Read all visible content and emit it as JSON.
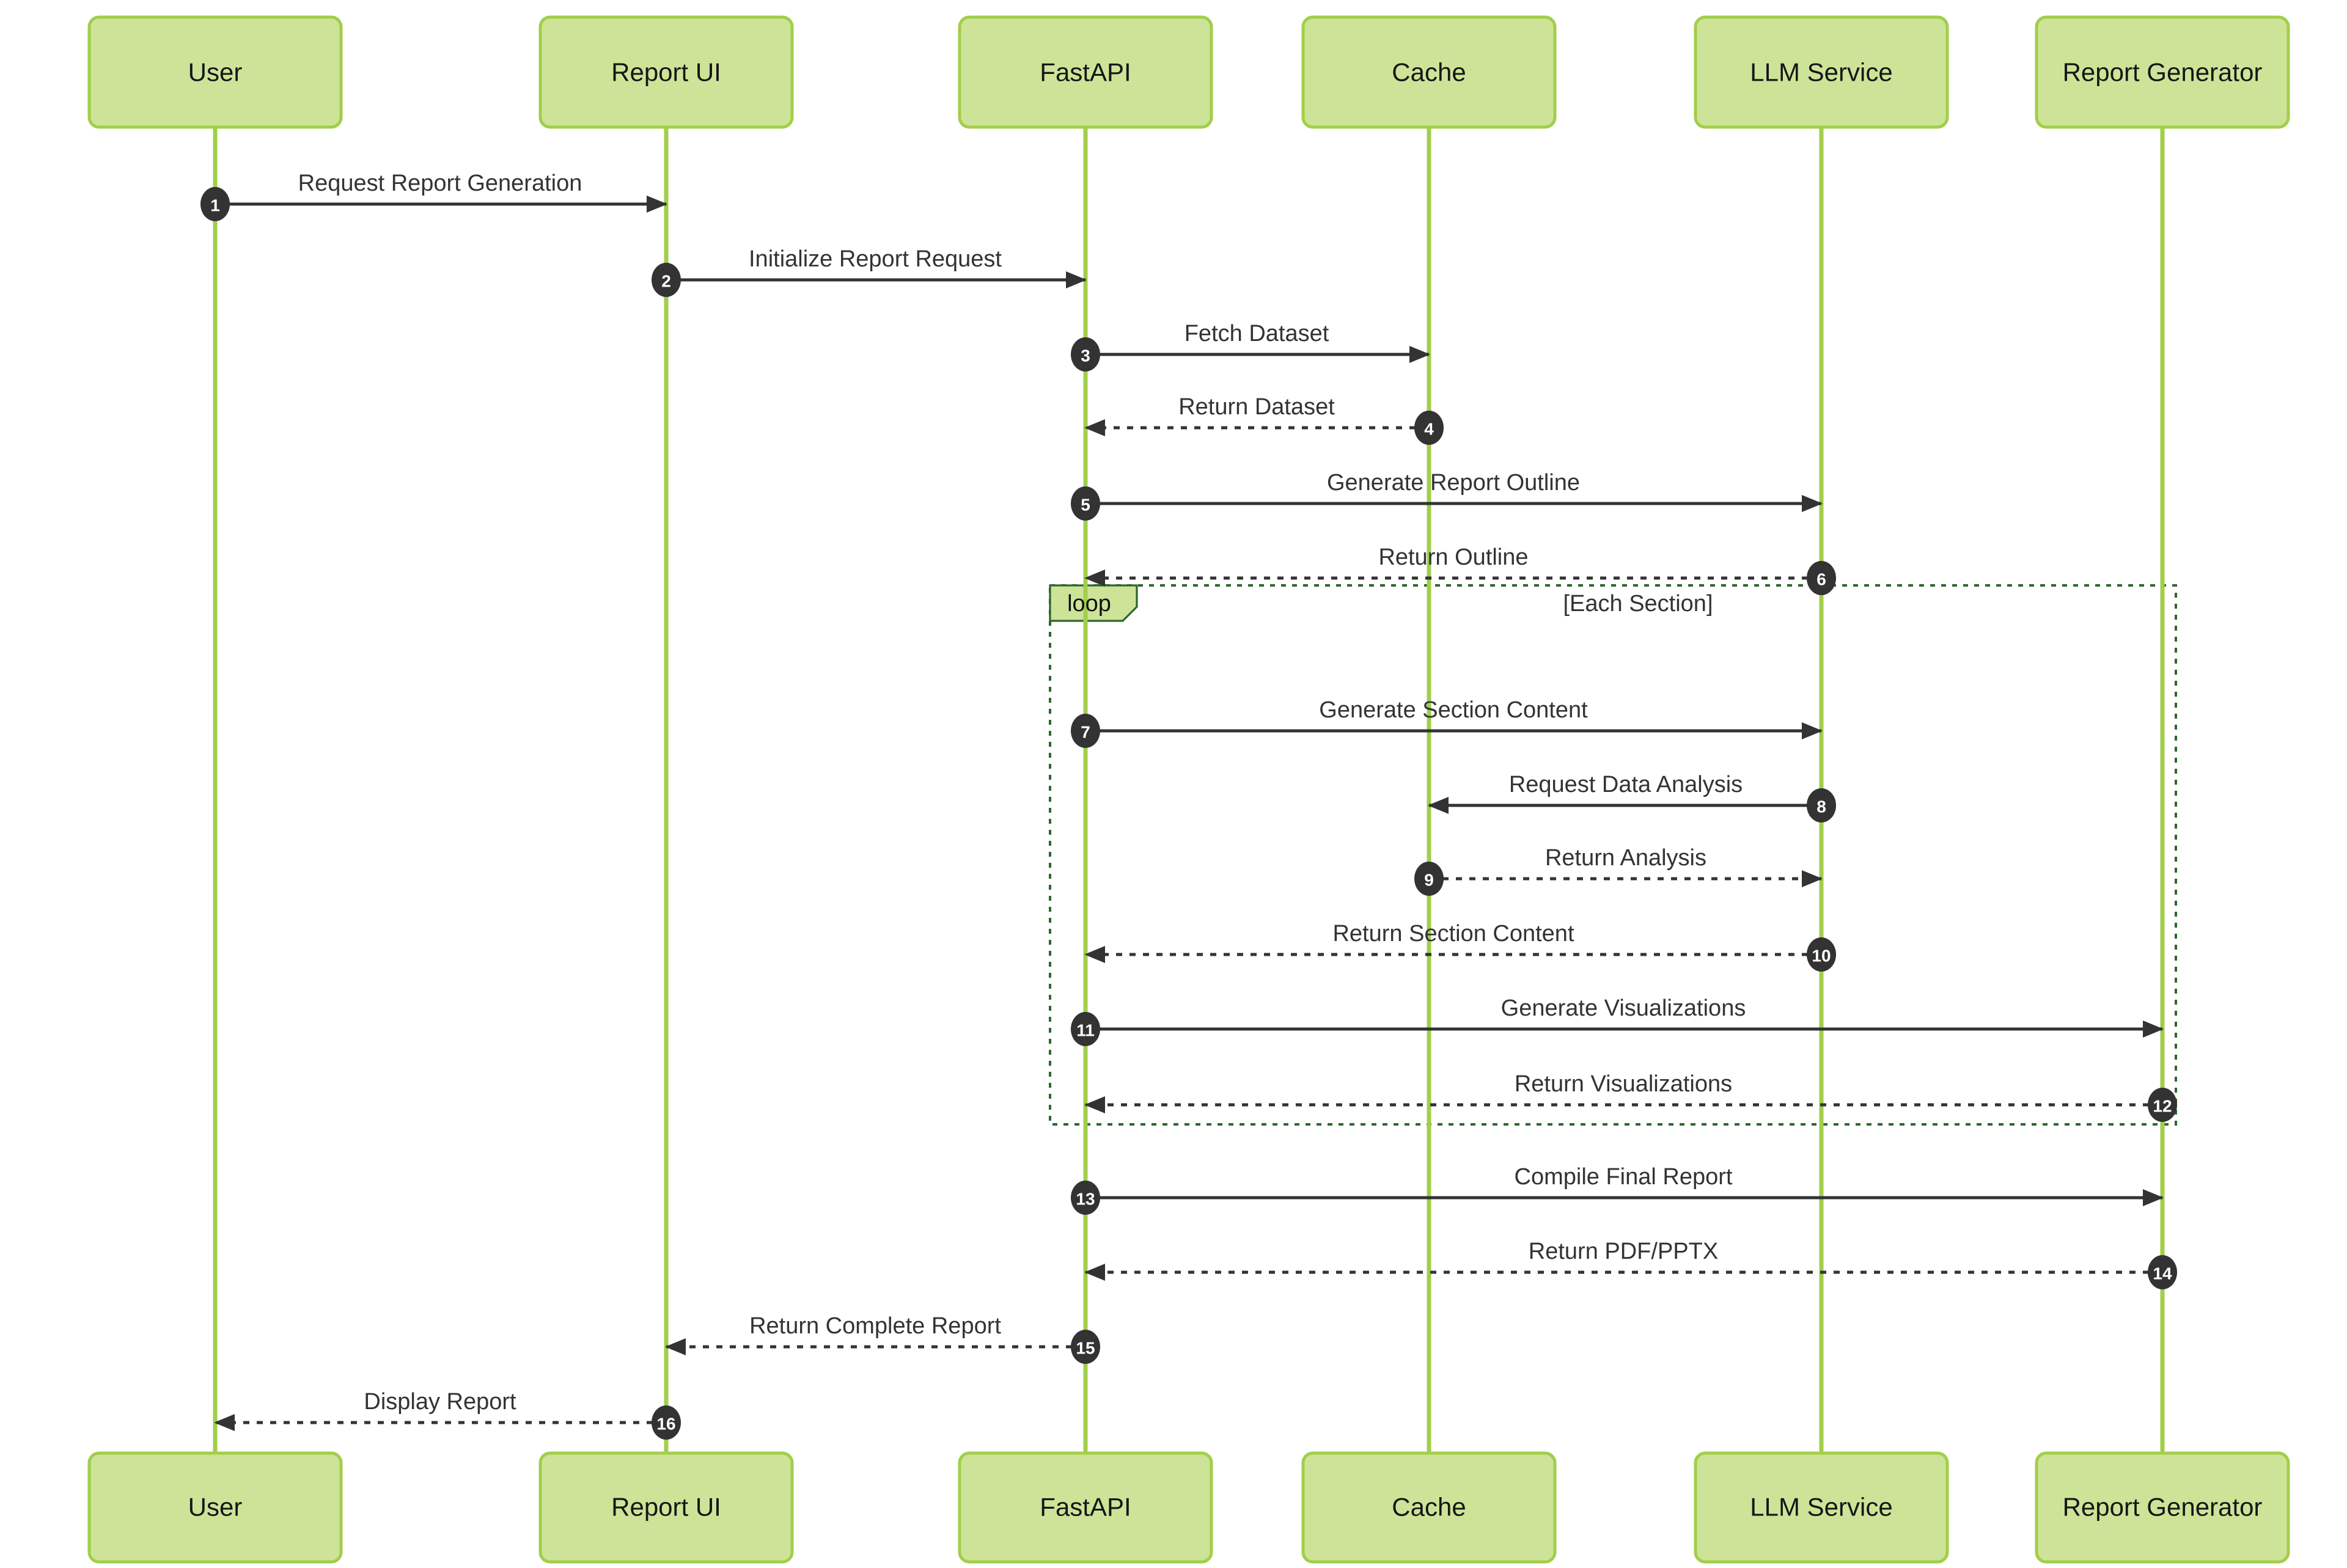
{
  "diagram": {
    "type": "sequence-diagram",
    "actors": [
      {
        "id": "user",
        "name": "User"
      },
      {
        "id": "report-ui",
        "name": "Report UI"
      },
      {
        "id": "fastapi",
        "name": "FastAPI"
      },
      {
        "id": "cache",
        "name": "Cache"
      },
      {
        "id": "llm-service",
        "name": "LLM Service"
      },
      {
        "id": "report-generator",
        "name": "Report Generator"
      }
    ],
    "loop": {
      "label": "loop",
      "guard": "[Each Section]"
    },
    "messages": [
      {
        "num": "1",
        "from": "User",
        "to": "Report UI",
        "label": "Request Report Generation",
        "line": "solid"
      },
      {
        "num": "2",
        "from": "Report UI",
        "to": "FastAPI",
        "label": "Initialize Report Request",
        "line": "solid"
      },
      {
        "num": "3",
        "from": "FastAPI",
        "to": "Cache",
        "label": "Fetch Dataset",
        "line": "solid"
      },
      {
        "num": "4",
        "from": "Cache",
        "to": "FastAPI",
        "label": "Return Dataset",
        "line": "dashed"
      },
      {
        "num": "5",
        "from": "FastAPI",
        "to": "LLM Service",
        "label": "Generate Report Outline",
        "line": "solid"
      },
      {
        "num": "6",
        "from": "LLM Service",
        "to": "FastAPI",
        "label": "Return Outline",
        "line": "dashed"
      },
      {
        "num": "7",
        "from": "FastAPI",
        "to": "LLM Service",
        "label": "Generate Section Content",
        "line": "solid",
        "in_loop": true
      },
      {
        "num": "8",
        "from": "LLM Service",
        "to": "Cache",
        "label": "Request Data Analysis",
        "line": "solid",
        "in_loop": true
      },
      {
        "num": "9",
        "from": "Cache",
        "to": "LLM Service",
        "label": "Return Analysis",
        "line": "dashed",
        "in_loop": true
      },
      {
        "num": "10",
        "from": "LLM Service",
        "to": "FastAPI",
        "label": "Return Section Content",
        "line": "dashed",
        "in_loop": true
      },
      {
        "num": "11",
        "from": "FastAPI",
        "to": "Report Generator",
        "label": "Generate Visualizations",
        "line": "solid",
        "in_loop": true
      },
      {
        "num": "12",
        "from": "Report Generator",
        "to": "FastAPI",
        "label": "Return Visualizations",
        "line": "dashed",
        "in_loop": true
      },
      {
        "num": "13",
        "from": "FastAPI",
        "to": "Report Generator",
        "label": "Compile Final Report",
        "line": "solid"
      },
      {
        "num": "14",
        "from": "Report Generator",
        "to": "FastAPI",
        "label": "Return PDF/PPTX",
        "line": "dashed"
      },
      {
        "num": "15",
        "from": "FastAPI",
        "to": "Report UI",
        "label": "Return Complete Report",
        "line": "dashed"
      },
      {
        "num": "16",
        "from": "Report UI",
        "to": "User",
        "label": "Display Report",
        "line": "dashed"
      }
    ],
    "colors": {
      "background": "#ffffff",
      "actor_fill": "#cde498",
      "actor_border": "#a2ce4a",
      "lifeline": "#a2ce4a",
      "arrow": "#333333",
      "badge_fill": "#333333",
      "badge_text": "#ffffff",
      "loop_border": "#2d662d",
      "loop_tag_fill": "#cde498"
    }
  }
}
